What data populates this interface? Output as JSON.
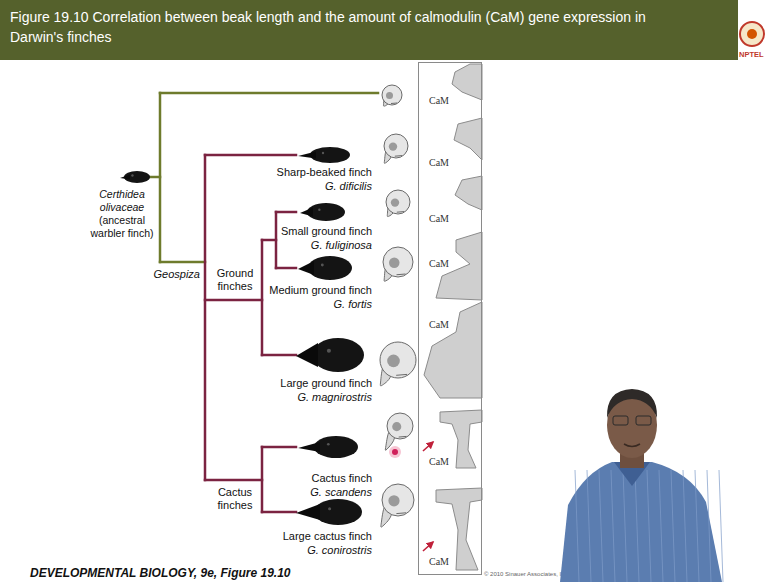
{
  "diagram": {
    "title": "Figure 19.10 Correlation between beak length and the amount of calmodulin (CaM) gene expression in Darwin's finches",
    "caption": "DEVELOPMENTAL BIOLOGY, 9e, Figure 19.10",
    "nodes": [
      {
        "text": [
          "CaM",
          "CaM",
          "CaM",
          "CaM",
          "CaM",
          "CaM",
          "CaM"
        ]
      }
    ],
    "labels": [
      "NPTEL",
      "Certhidea olivaceae",
      "(ancestral warbler finch)",
      "Geospiza",
      "Sharp-beaked finch",
      "G. dificilis",
      "Small ground finch",
      "G. fuliginosa",
      "Medium ground finch",
      "G. fortis",
      "Large ground finch",
      "G. magnirostris",
      "Cactus finch",
      "G. scandens",
      "Large cactus finch",
      "G. conirostris",
      "Ground finches",
      "Cactus finches",
      "© 2010 Sinauer Associates, I"
    ]
  }
}
